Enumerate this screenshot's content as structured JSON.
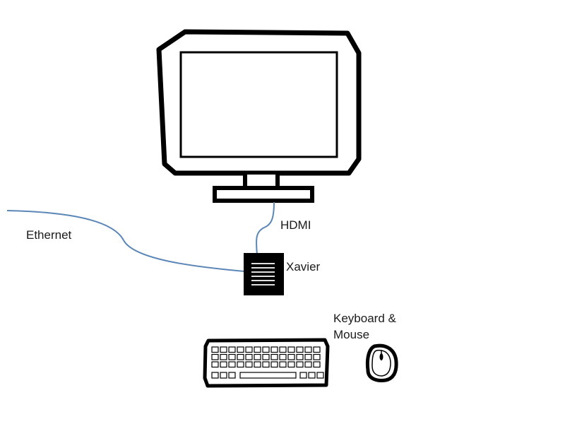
{
  "labels": {
    "ethernet": "Ethernet",
    "hdmi": "HDMI",
    "xavier": "Xavier",
    "keyboard_mouse": "Keyboard &\nMouse"
  },
  "colors": {
    "outline": "#000000",
    "cable": "#5b86b7",
    "device_fill": "#000000",
    "background": "#ffffff"
  }
}
